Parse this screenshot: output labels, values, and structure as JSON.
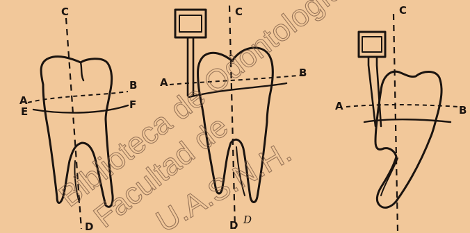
{
  "figure_1": {
    "label_top": "C",
    "label_bottom": "D",
    "label_left_upper": "A",
    "label_left_lower": "E",
    "label_right_upper": "B",
    "label_right_lower": "F"
  },
  "figure_2": {
    "label_top": "C",
    "label_bottom_bold": "D",
    "label_bottom_italic": "D",
    "label_left": "A",
    "label_right": "B"
  },
  "figure_3": {
    "label_top": "C",
    "label_left": "A",
    "label_right": "B"
  },
  "watermark": {
    "line_1": "Biblioteca de Odontología",
    "line_2": "Facultad de",
    "line_3": "U.A.S.N.H."
  },
  "colors": {
    "paper": "#f2c89a",
    "ink": "#1b1410",
    "watermark": "#7a5a44"
  }
}
